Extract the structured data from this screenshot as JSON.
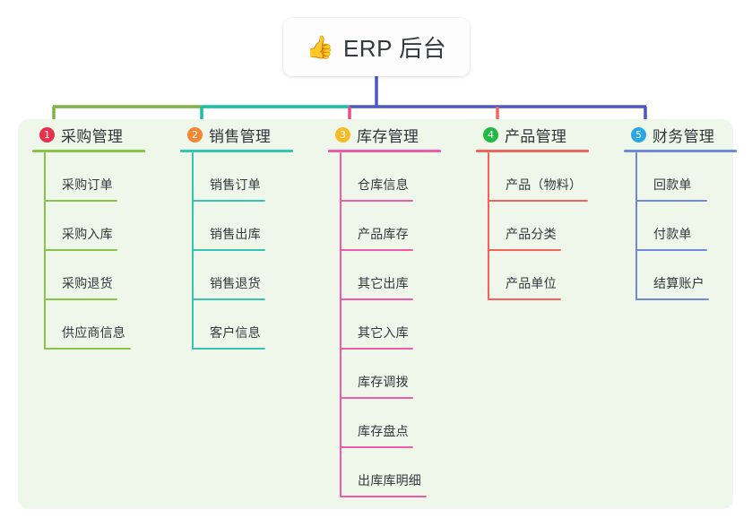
{
  "diagram": {
    "title": "ERP 后台",
    "root_icon": "thumbs-up-icon",
    "root_icon_glyph": "👍",
    "panel_bg": "#eef7ea",
    "canvas_bg": "#ffffff"
  },
  "connectors": {
    "trunk_color": "#4a57c4",
    "segments": [
      {
        "name": "branch-1-to-2",
        "color": "#7cb342"
      },
      {
        "name": "branch-2-to-3",
        "color": "#16bfa6"
      },
      {
        "name": "branch-3-to-5",
        "color": "#4a57c4"
      }
    ],
    "drops": [
      {
        "name": "drop-1",
        "color": "#7cb342"
      },
      {
        "name": "drop-2",
        "color": "#16bfa6"
      },
      {
        "name": "drop-3",
        "color": "#ea4c89"
      },
      {
        "name": "drop-4",
        "color": "#f4645f"
      },
      {
        "name": "drop-5",
        "color": "#4a57c4"
      }
    ]
  },
  "columns": [
    {
      "number": "1",
      "title": "采购管理",
      "badge_color": "#e8304f",
      "line_color": "#8bc34a",
      "items": [
        {
          "label": "采购订单"
        },
        {
          "label": "采购入库"
        },
        {
          "label": "采购退货"
        },
        {
          "label": "供应商信息"
        }
      ]
    },
    {
      "number": "2",
      "title": "销售管理",
      "badge_color": "#f58634",
      "line_color": "#36c5b0",
      "items": [
        {
          "label": "销售订单"
        },
        {
          "label": "销售出库"
        },
        {
          "label": "销售退货"
        },
        {
          "label": "客户信息"
        }
      ]
    },
    {
      "number": "3",
      "title": "库存管理",
      "badge_color": "#f6bb27",
      "line_color": "#ef5da8",
      "items": [
        {
          "label": "仓库信息"
        },
        {
          "label": "产品库存"
        },
        {
          "label": "其它出库"
        },
        {
          "label": "其它入库"
        },
        {
          "label": "库存调拨"
        },
        {
          "label": "库存盘点"
        },
        {
          "label": "出库库明细"
        }
      ]
    },
    {
      "number": "4",
      "title": "产品管理",
      "badge_color": "#21ba45",
      "line_color": "#f4645f",
      "items": [
        {
          "label": "产品（物料）"
        },
        {
          "label": "产品分类"
        },
        {
          "label": "产品单位"
        }
      ]
    },
    {
      "number": "5",
      "title": "财务管理",
      "badge_color": "#2aa7e0",
      "line_color": "#7289da",
      "items": [
        {
          "label": "回款单"
        },
        {
          "label": "付款单"
        },
        {
          "label": "结算账户"
        }
      ]
    }
  ]
}
